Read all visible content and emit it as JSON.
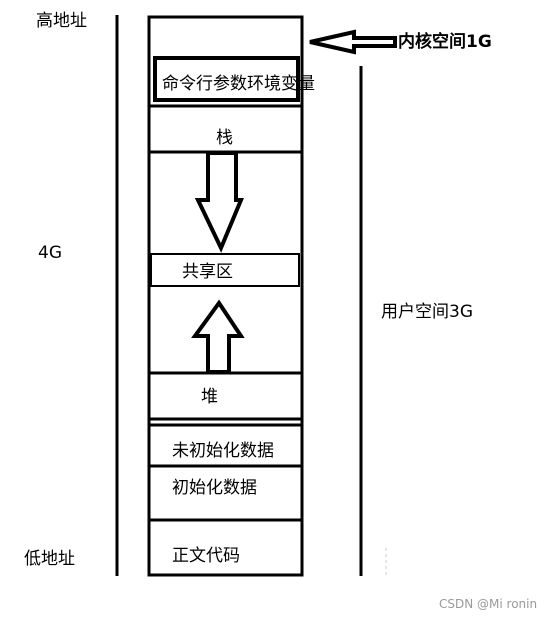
{
  "labels": {
    "high_address": "高地址",
    "low_address": "低地址",
    "total": "4G",
    "kernel_space": "内核空间1G",
    "user_space": "用户空间3G"
  },
  "segments": {
    "cmdline_env": "命令行参数环境变量",
    "stack": "栈",
    "shared": "共享区",
    "heap": "堆",
    "bss": "未初始化数据",
    "data": "初始化数据",
    "text": "正文代码"
  },
  "watermark": "CSDN @Mi ronin"
}
